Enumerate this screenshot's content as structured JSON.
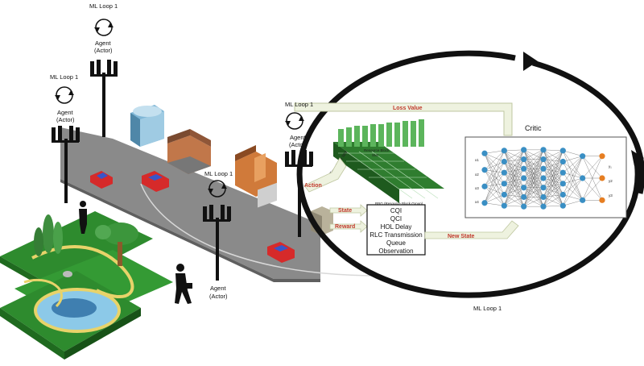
{
  "ml_loop_label": "ML Loop 1",
  "agent_label": "Agent",
  "actor_label": "(Actor)",
  "critic_title": "Critic",
  "arrows": {
    "loss_value": "Loss Value",
    "action": "Action",
    "state": "State",
    "reward": "Reward",
    "new_state": "New State"
  },
  "observation": {
    "items": [
      "CQI",
      "QCI",
      "HOL Delay",
      "RLC Transmission",
      "Queue"
    ],
    "title": "Observation"
  },
  "nn_inputs": [
    "x1",
    "x2",
    "x3",
    "x4"
  ],
  "nn_outputs": [
    "y₁",
    "y2",
    "y3"
  ],
  "grid_texts": {
    "top": "Resource Block",
    "top2": "Slot",
    "left": "CC / Time slot for SBS",
    "bottom1": "RBG (Resource Block Group)",
    "bottom2": "spread over 5-20MHz"
  },
  "colors": {
    "road": "#8a8a8a",
    "grass": "#2e8b2e",
    "nn_node": "#3a8fc4",
    "nn_out": "#e67e22",
    "arrow_fill": "#eef2df",
    "label_red": "#c0392b"
  }
}
